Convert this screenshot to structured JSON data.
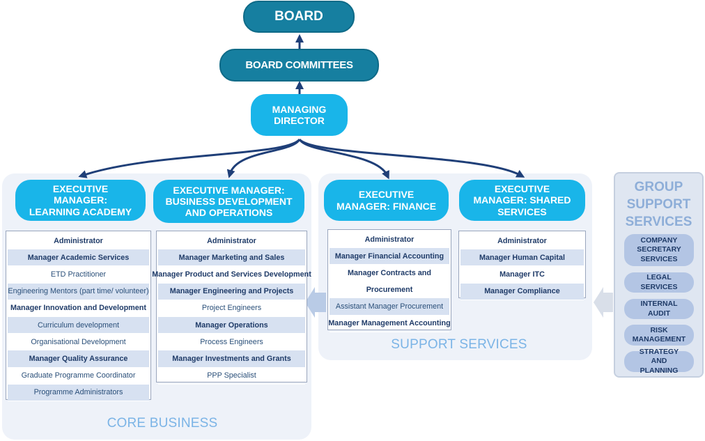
{
  "top": {
    "board": "BOARD",
    "committees": "BOARD COMMITTEES",
    "md": "MANAGING DIRECTOR"
  },
  "core": {
    "label": "CORE BUSINESS",
    "learning": {
      "title": "EXECUTIVE MANAGER: LEARNING ACADEMY",
      "rows": [
        {
          "text": "Administrator",
          "bold": true
        },
        {
          "text": "Manager Academic Services",
          "bold": true
        },
        {
          "text": "ETD Practitioner",
          "bold": false
        },
        {
          "text": "Engineering Mentors (part time/ volunteer)",
          "bold": false
        },
        {
          "text": "Manager Innovation and Development",
          "bold": true
        },
        {
          "text": "Curriculum development",
          "bold": false
        },
        {
          "text": "Organisational Development",
          "bold": false
        },
        {
          "text": "Manager Quality Assurance",
          "bold": true
        },
        {
          "text": "Graduate Programme Coordinator",
          "bold": false
        },
        {
          "text": "Programme Administrators",
          "bold": false
        }
      ]
    },
    "bizdev": {
      "title": "EXECUTIVE MANAGER: BUSINESS DEVELOPMENT AND OPERATIONS",
      "rows": [
        {
          "text": "Administrator",
          "bold": true
        },
        {
          "text": "Manager Marketing and Sales",
          "bold": true
        },
        {
          "text": "Manager Product and Services Development",
          "bold": true
        },
        {
          "text": "Manager Engineering and Projects",
          "bold": true
        },
        {
          "text": "Project Engineers",
          "bold": false
        },
        {
          "text": "Manager Operations",
          "bold": true
        },
        {
          "text": "Process Engineers",
          "bold": false
        },
        {
          "text": "Manager Investments and Grants",
          "bold": true
        },
        {
          "text": "PPP Specialist",
          "bold": false
        }
      ]
    }
  },
  "support": {
    "label": "SUPPORT SERVICES",
    "finance": {
      "title": "EXECUTIVE MANAGER: FINANCE",
      "rows": [
        {
          "text": "Administrator",
          "bold": true
        },
        {
          "text": "Manager Financial Accounting",
          "bold": true
        },
        {
          "text": "Manager Contracts and Procurement",
          "bold": true,
          "tall": true
        },
        {
          "text": "Assistant Manager Procurement",
          "bold": false
        },
        {
          "text": "Manager Management Accounting",
          "bold": true
        }
      ]
    },
    "shared": {
      "title": "EXECUTIVE MANAGER: SHARED SERVICES",
      "rows": [
        {
          "text": "Administrator",
          "bold": true
        },
        {
          "text": "Manager Human Capital",
          "bold": true
        },
        {
          "text": "Manager ITC",
          "bold": true
        },
        {
          "text": "Manager Compliance",
          "bold": true
        }
      ]
    }
  },
  "group": {
    "title": "GROUP SUPPORT SERVICES",
    "items": [
      "COMPANY SECRETARY SERVICES",
      "LEGAL SERVICES",
      "INTERNAL AUDIT",
      "RISK MANAGEMENT",
      "STRATEGY AND PLANNING"
    ]
  },
  "colors": {
    "teal": "#167fa0",
    "cyan": "#19b5e9",
    "connector": "#1f3f78",
    "panel": "#eef2f9",
    "row_alt": "#d7e1f1",
    "group_pill": "#b3c5e4"
  }
}
